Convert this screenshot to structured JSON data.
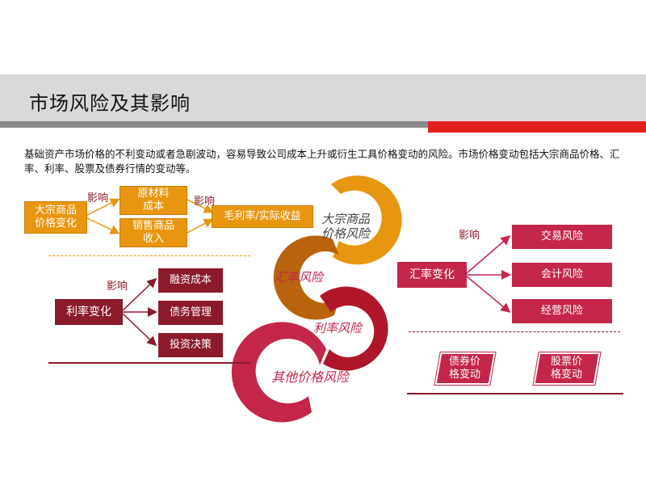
{
  "title": "市场风险及其影响",
  "intro": "基础资产市场价格的不利变动或者急剧波动，容易导致公司成本上升或衍生工具价格变动的风险。市场价格变动包括大宗商品价格、汇率、利率、股票及债券行情的变动等。",
  "commodity": {
    "source": "大宗商品\n价格变化",
    "influence1": "影响",
    "targets": [
      "原材料\n成本",
      "销售商品\n收入"
    ],
    "influence2": "影响",
    "result": "毛利率/实际收益"
  },
  "interest": {
    "influence": "影响",
    "source": "利率变化",
    "targets": [
      "融资成本",
      "债务管理",
      "投资决策"
    ]
  },
  "exchange": {
    "influence": "影响",
    "source": "汇率变化",
    "targets": [
      "交易风险",
      "会计风险",
      "经营风险"
    ]
  },
  "other": {
    "items": [
      "债券价\n格变动",
      "股票价\n格变动"
    ]
  },
  "rings": {
    "commodity": "大宗商品\n价格风险",
    "exchange": "汇率风险",
    "interest": "利率风险",
    "other": "其他价格风险"
  },
  "colors": {
    "orange": "#e8960f",
    "darkred": "#8b1a2b",
    "crimson": "#c4264a",
    "brown": "#b9630d",
    "red_accent": "#e3201b"
  }
}
